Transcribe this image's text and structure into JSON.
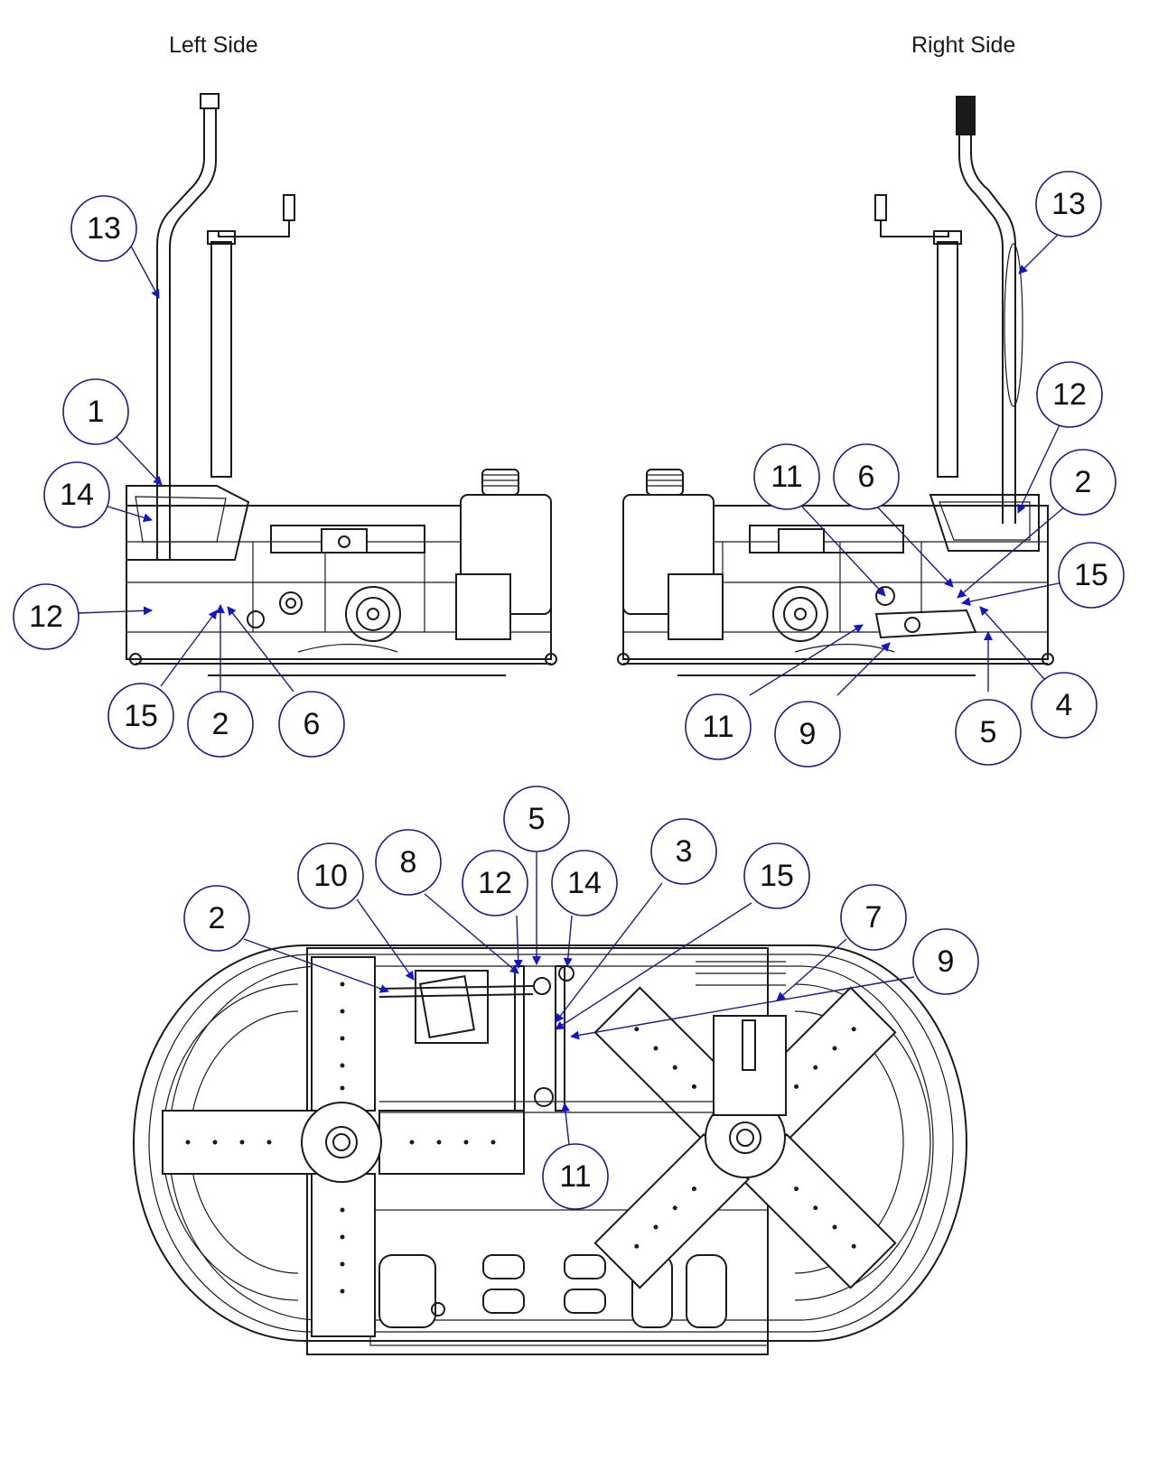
{
  "titles": {
    "left": "Left Side",
    "right": "Right Side"
  },
  "callouts": {
    "left_view": [
      "13",
      "1",
      "14",
      "12",
      "15",
      "2",
      "6"
    ],
    "right_view": [
      "13",
      "12",
      "11",
      "6",
      "2",
      "15",
      "4",
      "5",
      "9",
      "11"
    ],
    "bottom_view": [
      "2",
      "10",
      "8",
      "12",
      "5",
      "14",
      "3",
      "15",
      "7",
      "9",
      "11"
    ]
  },
  "colors": {
    "arrow": "#1515c8",
    "callout_ring": "#1c1c7c",
    "line": "#1a1a1a"
  }
}
